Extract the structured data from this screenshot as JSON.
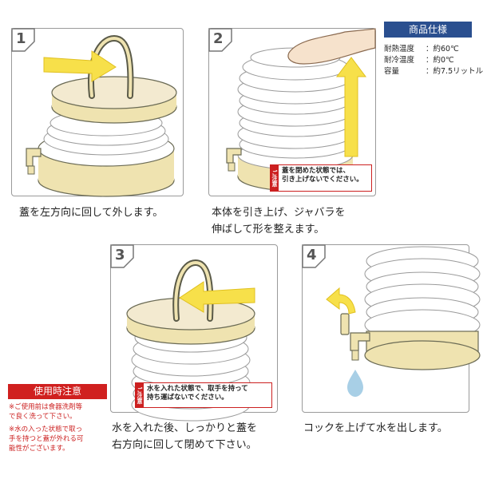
{
  "steps": [
    {
      "number": "1",
      "caption": "蓋を左方向に回して外します。"
    },
    {
      "number": "2",
      "caption_line1": "本体を引き上げ、ジャバラを",
      "caption_line2": "伸ばして形を整えます。",
      "note_tag": "ご注意",
      "note_line1": "蓋を閉めた状態では、",
      "note_line2": "引き上げないでください。"
    },
    {
      "number": "3",
      "caption_line1": "水を入れた後、しっかりと蓋を",
      "caption_line2": "右方向に回して閉めて下さい。",
      "note_tag": "ご注意",
      "note_line1": "水を入れた状態で、取手を持って",
      "note_line2": "持ち運ばないでください。"
    },
    {
      "number": "4",
      "caption": "コックを上げて水を出します。"
    }
  ],
  "specs": {
    "title": "商品仕様",
    "rows": [
      {
        "label": "耐熱温度",
        "value": "：約60℃"
      },
      {
        "label": "耐冷温度",
        "value": "：約0℃"
      },
      {
        "label": "容量",
        "value": "：約7.5リットル"
      }
    ]
  },
  "warning": {
    "title": "使用時注意",
    "line1": "※ご使用前は食器洗剤等",
    "line2": "で良く洗って下さい。",
    "line3": "※水の入った状態で取っ",
    "line4": "手を持つと蓋が外れる可",
    "line5": "能性がございます。"
  },
  "colors": {
    "accent_yellow": "#f7e04a",
    "body_beige": "#efe3b0",
    "spec_blue": "#2a4f8f",
    "warn_red": "#d0201f"
  }
}
